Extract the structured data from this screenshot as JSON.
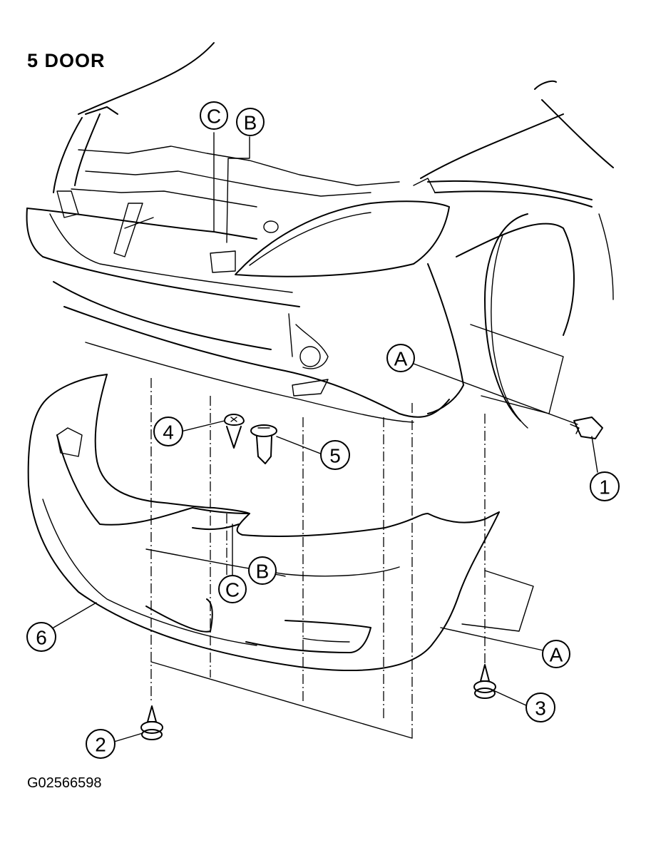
{
  "title": "5 DOOR",
  "figure_code": "G02566598",
  "callouts": {
    "part_1": "1",
    "part_2": "2",
    "part_3": "3",
    "part_4": "4",
    "part_5": "5",
    "part_6": "6",
    "ref_a_upper": "A",
    "ref_a_lower": "A",
    "ref_b_upper": "B",
    "ref_b_lower": "B",
    "ref_c_upper": "C",
    "ref_c_lower": "C"
  }
}
